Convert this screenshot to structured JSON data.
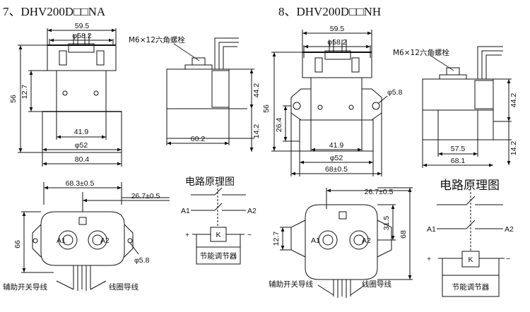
{
  "titles": {
    "left": "7、DHV200D□□NA",
    "right": "8、DHV200D□□NH"
  },
  "left": {
    "front": {
      "w_top": "59.5",
      "w_inner": "φ58.2",
      "h_total": "56",
      "h_inner": "12.7",
      "w_body": "41.9",
      "w_base": "φ52",
      "w_total": "80.4"
    },
    "side": {
      "bolt_label": "M6×12六角螺栓",
      "h_body": "44.2",
      "w_body": "60.2",
      "h_base": "14.2"
    },
    "bottom": {
      "w_top": "68.3±0.5",
      "w_mid": "26.7±0.5",
      "h_total": "66",
      "hole": "φ5.8",
      "a1": "A1",
      "a2": "A2",
      "aux_wire": "辅助开关导线",
      "coil_wire": "线圈导线"
    },
    "circuit": {
      "title": "电路原理图",
      "a1": "A1",
      "a2": "A2",
      "plus": "+",
      "minus": "−",
      "k": "K",
      "regulator": "节能调节器"
    }
  },
  "right": {
    "front": {
      "w_top": "59.5",
      "w_inner": "φ58.2",
      "h_total": "56",
      "h_lower": "26.4",
      "hole": "φ5.8",
      "w_body": "41.9",
      "w_base": "φ52",
      "w_total": "68±0.5"
    },
    "side": {
      "bolt_label": "M6×12六角螺栓",
      "h_body": "44.2",
      "w_body": "57.5",
      "w_total": "68.1",
      "h_base": "14.2"
    },
    "bottom": {
      "w_mid": "26.7±0.5",
      "h_top": "31.5",
      "h_total": "68",
      "h_left": "12.7",
      "a1": "A1",
      "a2": "A2",
      "aux_wire": "辅助开关导线",
      "coil_wire": "线圈导线"
    },
    "circuit": {
      "title": "电路原理图",
      "a1": "A1",
      "a2": "A2",
      "plus": "+",
      "minus": "−",
      "k": "K",
      "regulator": "节能调节器"
    }
  }
}
